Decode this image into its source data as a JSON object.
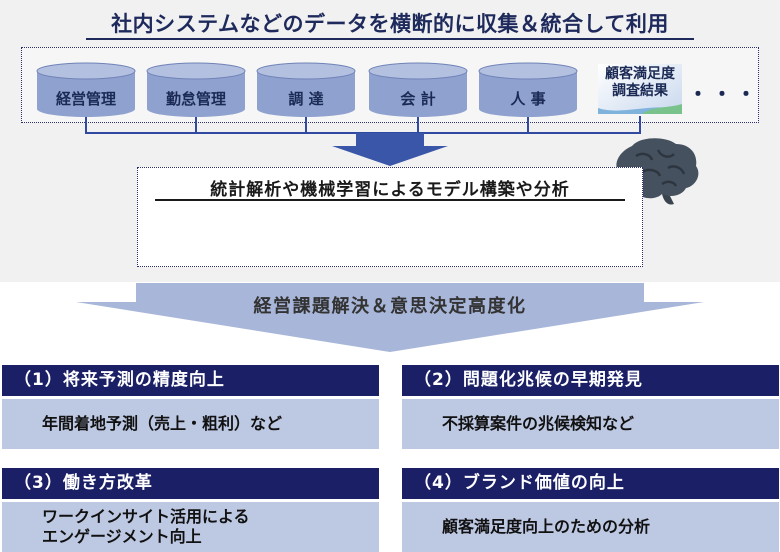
{
  "title": "社内システムなどのデータを横断的に収集＆統合して利用",
  "data_sources": [
    "経営管理",
    "勤怠管理",
    "調 達",
    "会 計",
    "人 事"
  ],
  "satisfaction_source": {
    "line1": "顧客満足度",
    "line2": "調査結果"
  },
  "more_sources": "・・・",
  "analysis": {
    "title": "統計解析や機械学習によるモデル構築や分析",
    "icons": [
      "line-chart-icon",
      "bar-chart-icon",
      "pie-chart-icon",
      "neural-network-icon",
      "tree-diagram-icon",
      "brain-icon"
    ]
  },
  "goal": "経営課題解決＆意思決定高度化",
  "cards": [
    {
      "heading": "（1）将来予測の精度向上",
      "body": [
        "年間着地予測（売上・粗利）など"
      ]
    },
    {
      "heading": "（2）問題化兆候の早期発見",
      "body": [
        "不採算案件の兆候検知など"
      ]
    },
    {
      "heading": "（3）働き方改革",
      "body": [
        "ワークインサイト活用による",
        "エンゲージメント向上"
      ]
    },
    {
      "heading": "（4）ブランド価値の向上",
      "body": [
        "顧客満足度向上のための分析"
      ]
    }
  ],
  "colors": {
    "navy": "#1a1f66",
    "db_fill": "#8fa2cf",
    "card_body": "#bdc8e3",
    "arrow_blue": "#3a56a8",
    "goal_arrow": "#a8b6d9"
  }
}
